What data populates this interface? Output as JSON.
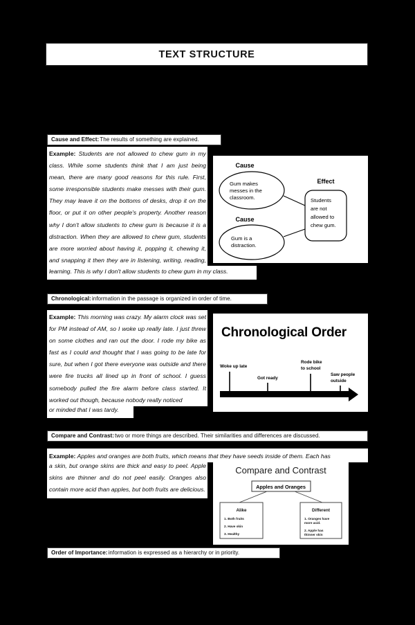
{
  "page": {
    "title": "TEXT STRUCTURE",
    "background_color": "#000000",
    "paper_color": "#ffffff"
  },
  "sections": {
    "cause_effect": {
      "term": "Cause and Effect:",
      "definition": "The results of something are explained.",
      "example_lead": "Example:",
      "example_main": " Students are not allowed to chew gum in my class. While some students think that I am just being mean, there are many good reasons for this rule. First, some irresponsible students make messes with their gum. They may leave it on the bottoms of desks, drop it on the floor, or put it on other people's property. Another reason why I don't allow students to chew gum is because it is a distraction. When they are allowed to chew gum, students are more worried about having it, popping it, chewing it, and snapping it then they are in listening, writing, reading, and",
      "example_tail": "learning. This is why I don't allow students to chew gum in my class."
    },
    "chronological": {
      "term": "Chronological:",
      "definition": " information in the passage is organized in order of time.",
      "example_lead": "Example:",
      "example_main": " This morning was crazy. My alarm clock was set for PM instead of AM, so I woke up really late. I just threw on some clothes and ran out the door. I rode my bike as fast as I could and thought that I was going to be late for sure, but when I got there everyone was outside and there were fire trucks all lined up in front of school. I guess somebody pulled the fire alarm before class started. It worked out though, because nobody really noticed",
      "example_tail": "or minded that I was tardy."
    },
    "compare_contrast": {
      "term": "Compare and Contrast:",
      "definition": " two or more things are described.  Their similarities and differences are discussed.",
      "example_lead": "Example:",
      "example_head": " Apples and oranges are both fruits, which means that they have seeds inside of them. Each has",
      "example_main": "a skin, but orange skins are thick and easy to peel. Apple skins are thinner and do not peel easily. Oranges also contain more acid than apples, but both fruits are delicious."
    },
    "order_of_importance": {
      "term": "Order of Importance:",
      "definition": " information is expressed as a hierarchy or in priority."
    }
  },
  "figures": {
    "cause_effect_diagram": {
      "cause_label_1": "Cause",
      "cause_text_1_line1": "Gum makes",
      "cause_text_1_line2": "messes in the",
      "cause_text_1_line3": "classroom.",
      "cause_label_2": "Cause",
      "cause_text_2_line1": "Gum is a",
      "cause_text_2_line2": "distraction.",
      "effect_label": "Effect",
      "effect_text_line1": "Students",
      "effect_text_line2": "are not",
      "effect_text_line3": "allowed to",
      "effect_text_line4": "chew gum."
    },
    "chronological_diagram": {
      "title": "Chronological Order",
      "events": [
        {
          "label_line1": "Woke up late",
          "label_line2": ""
        },
        {
          "label_line1": "Got ready",
          "label_line2": ""
        },
        {
          "label_line1": "Rode bike",
          "label_line2": "to school"
        },
        {
          "label_line1": "Saw people",
          "label_line2": "outside"
        }
      ]
    },
    "compare_contrast_diagram": {
      "title": "Compare and Contrast",
      "root": "Apples and Oranges",
      "alike_title": "Alike",
      "alike_items": [
        "1.  Both fruits",
        "2.  Have skin",
        "3.  Healthy"
      ],
      "different_title": "Different",
      "different_items": [
        "1.  Oranges have",
        "more acid.",
        "2.  Apple has",
        "thinner skin"
      ]
    }
  }
}
